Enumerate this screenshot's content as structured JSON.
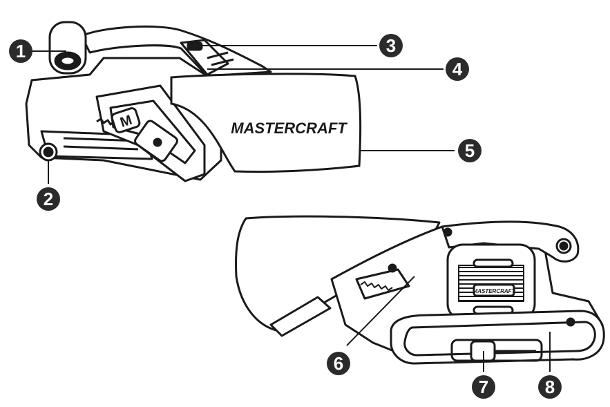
{
  "figure": {
    "brand_text_top": "MASTERCRAFT",
    "brand_text_bottom": "MASTERCRAFT",
    "badge_letter": "M",
    "colors": {
      "ink": "#1a1a1a",
      "callout_fill": "#2b2b2b",
      "callout_text": "#ffffff",
      "background": "#ffffff"
    }
  },
  "callouts": [
    {
      "number": "1"
    },
    {
      "number": "2"
    },
    {
      "number": "3"
    },
    {
      "number": "4"
    },
    {
      "number": "5"
    },
    {
      "number": "6"
    },
    {
      "number": "7"
    },
    {
      "number": "8"
    }
  ]
}
